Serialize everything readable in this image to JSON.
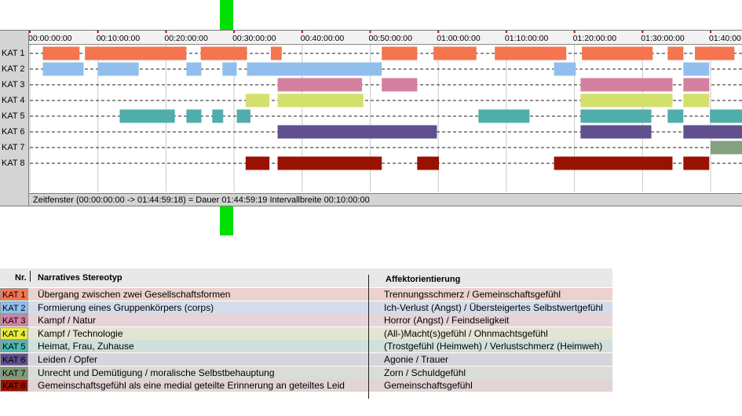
{
  "timeline": {
    "tick_labels": [
      "00:00:00:00",
      "00:10:00:00",
      "00:20:00:00",
      "00:30:00:00",
      "00:40:00:00",
      "00:50:00:00",
      "01:00:00:00",
      "01:10:00:00",
      "01:20:00:00",
      "01:30:00:00",
      "01:40:00"
    ],
    "status_text": "Zeitfenster (00:00:00:00 -> 01:44:59:18) = Dauer 01:44:59:19    Intervallbreite 00:10:00:00",
    "rows": [
      {
        "label": "KAT 1",
        "color": "#f4754f",
        "segments": [
          [
            1.9,
            7.3
          ],
          [
            8.1,
            23.0
          ],
          [
            25.1,
            31.9
          ],
          [
            35.4,
            37.0
          ],
          [
            51.7,
            56.9
          ],
          [
            59.3,
            65.6
          ],
          [
            68.3,
            78.8
          ],
          [
            81.1,
            91.5
          ],
          [
            93.7,
            96.0
          ],
          [
            97.7,
            103.5
          ]
        ]
      },
      {
        "label": "KAT 2",
        "color": "#90bfee",
        "segments": [
          [
            1.9,
            7.9
          ],
          [
            10.0,
            16.0
          ],
          [
            23.0,
            25.2
          ],
          [
            28.3,
            30.4
          ],
          [
            31.9,
            51.7
          ],
          [
            77.0,
            80.2
          ],
          [
            96.0,
            99.8
          ]
        ]
      },
      {
        "label": "KAT 3",
        "color": "#d480a0",
        "segments": [
          [
            36.4,
            48.8
          ],
          [
            51.7,
            56.9
          ],
          [
            80.9,
            94.4
          ],
          [
            96.0,
            99.8
          ]
        ]
      },
      {
        "label": "KAT 4",
        "color": "#d4e06c",
        "segments": [
          [
            31.7,
            35.2
          ],
          [
            36.4,
            49.0
          ],
          [
            80.9,
            94.4
          ],
          [
            96.0,
            99.8
          ]
        ]
      },
      {
        "label": "KAT 5",
        "color": "#4fadab",
        "segments": [
          [
            13.2,
            21.3
          ],
          [
            23.0,
            25.2
          ],
          [
            26.8,
            28.4
          ],
          [
            30.4,
            32.4
          ],
          [
            65.9,
            73.4
          ],
          [
            80.9,
            91.3
          ],
          [
            93.7,
            96.0
          ],
          [
            99.9,
            104.9
          ]
        ]
      },
      {
        "label": "KAT 6",
        "color": "#60508e",
        "segments": [
          [
            36.4,
            59.8
          ],
          [
            80.9,
            91.3
          ],
          [
            96.0,
            104.9
          ]
        ]
      },
      {
        "label": "KAT 7",
        "color": "#84a07e",
        "segments": [
          [
            100.0,
            104.9
          ]
        ]
      },
      {
        "label": "KAT 8",
        "color": "#991100",
        "segments": [
          [
            31.7,
            35.2
          ],
          [
            36.4,
            51.7
          ],
          [
            56.9,
            60.1
          ],
          [
            77.0,
            94.4
          ],
          [
            96.0,
            99.8
          ]
        ]
      }
    ]
  },
  "legend": {
    "header_nr": "Nr.",
    "header_col1": "Narratives Stereotyp",
    "header_col2": "Affektorientierung",
    "rows": [
      {
        "nr": "KAT 1",
        "chip_color": "#f4754f",
        "row_bg": "#ebd2cc",
        "text": "Übergang zwischen zwei Gesellschaftsformen",
        "affect": "Trennungsschmerz / Gemeinschaftsgefühl"
      },
      {
        "nr": "KAT 2",
        "chip_color": "#90bfee",
        "row_bg": "#d4dceb",
        "text": "Formierung eines Gruppenkörpers (corps)",
        "affect": "Ich-Verlust (Angst) / Übersteigertes Selbstwertgefühl"
      },
      {
        "nr": "KAT 3",
        "chip_color": "#d480a0",
        "row_bg": "#e6d4d8",
        "text": "Kampf / Natur",
        "affect": "Horror (Angst) / Feindseligkeit"
      },
      {
        "nr": "KAT 4",
        "chip_color": "#e8ec40",
        "row_bg": "#e3e4d2",
        "text": "Kampf / Technologie",
        "affect": "(All-)Macht(s)gefühl / Ohnmachtsgefühl"
      },
      {
        "nr": "KAT 5",
        "chip_color": "#4fb8b0",
        "row_bg": "#d0e0dc",
        "text": "Heimat, Frau, Zuhause",
        "affect": "(Trostgefühl (Heimweh) / Verlustschmerz (Heimweh)"
      },
      {
        "nr": "KAT 6",
        "chip_color": "#60508e",
        "row_bg": "#d6d4dc",
        "text": "Leiden / Opfer",
        "affect": "Agonie / Trauer"
      },
      {
        "nr": "KAT 7",
        "chip_color": "#7e9a76",
        "row_bg": "#dadcd6",
        "text": "Unrecht und Demütigung / moralische Selbstbehauptung",
        "affect": "Zorn / Schuldgefühl"
      },
      {
        "nr": "KAT 8",
        "chip_color": "#991100",
        "row_bg": "#e2d4d4",
        "text": "Gemeinschaftsgefühl als eine medial geteilte Erinnerung an geteiltes Leid",
        "affect": "Gemeinschaftsgefühl"
      }
    ]
  }
}
